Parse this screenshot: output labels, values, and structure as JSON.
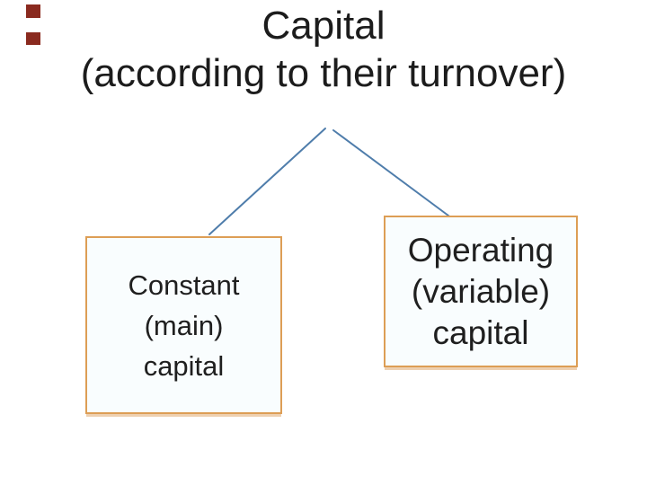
{
  "title": {
    "line1": "Capital",
    "line2": "(according to their turnover)"
  },
  "nodes": [
    {
      "name": "constant-main-capital",
      "lines": [
        "Constant",
        "(main)",
        "capital"
      ]
    },
    {
      "name": "operating-variable-capital",
      "lines": [
        "Operating",
        "(variable)",
        "capital"
      ]
    }
  ],
  "diagram": {
    "type": "tree",
    "parent": "Capital (according to their turnover)",
    "children": [
      "Constant (main) capital",
      "Operating (variable) capital"
    ]
  },
  "colors": {
    "background": "#ffffff",
    "title_text": "#1c1c1c",
    "node_text": "#1f1f1f",
    "node_border": "#dd9e55",
    "node_fill": "#f9fdfe",
    "connector": "#4f7dab",
    "marker": "#8a2a1f"
  }
}
